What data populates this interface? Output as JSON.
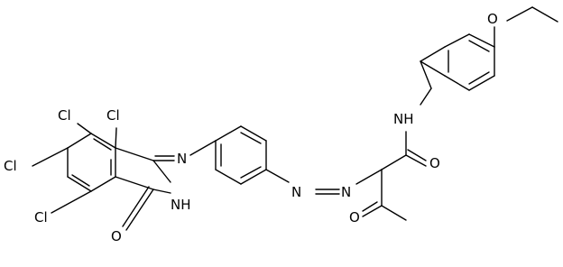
{
  "atoms": {
    "cl_top_left": "Cl",
    "cl_top_right": "Cl",
    "cl_middle_left": "Cl",
    "cl_bottom_left": "Cl",
    "imine_n": "N",
    "lactam_nh": "NH",
    "lactam_o": "O",
    "azo_n1": "N",
    "azo_n2": "N",
    "amide_nh": "NH",
    "amide_o": "O",
    "ketone_o": "O",
    "ether_o": "O"
  }
}
